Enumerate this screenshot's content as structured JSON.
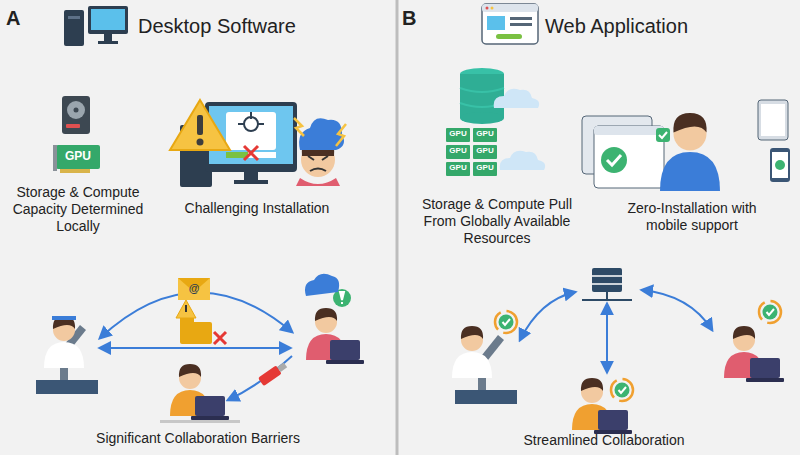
{
  "diagram": {
    "nodes": [
      {
        "text": [
          "A",
          "Desktop Software"
        ]
      },
      {
        "text": [
          "B",
          "Web Application"
        ]
      }
    ],
    "labels": [
      "Storage & Compute Capacity Determined Locally",
      "Challenging Installation",
      "Significant Collaboration Barriers",
      "Storage & Compute Pull From Globally Available Resources",
      "Zero-Installation with mobile support",
      "Streamlined Collaboration",
      "GPU",
      "GPU",
      "GPU",
      "GPU",
      "GPU",
      "GPU",
      "GPU",
      "@"
    ]
  }
}
